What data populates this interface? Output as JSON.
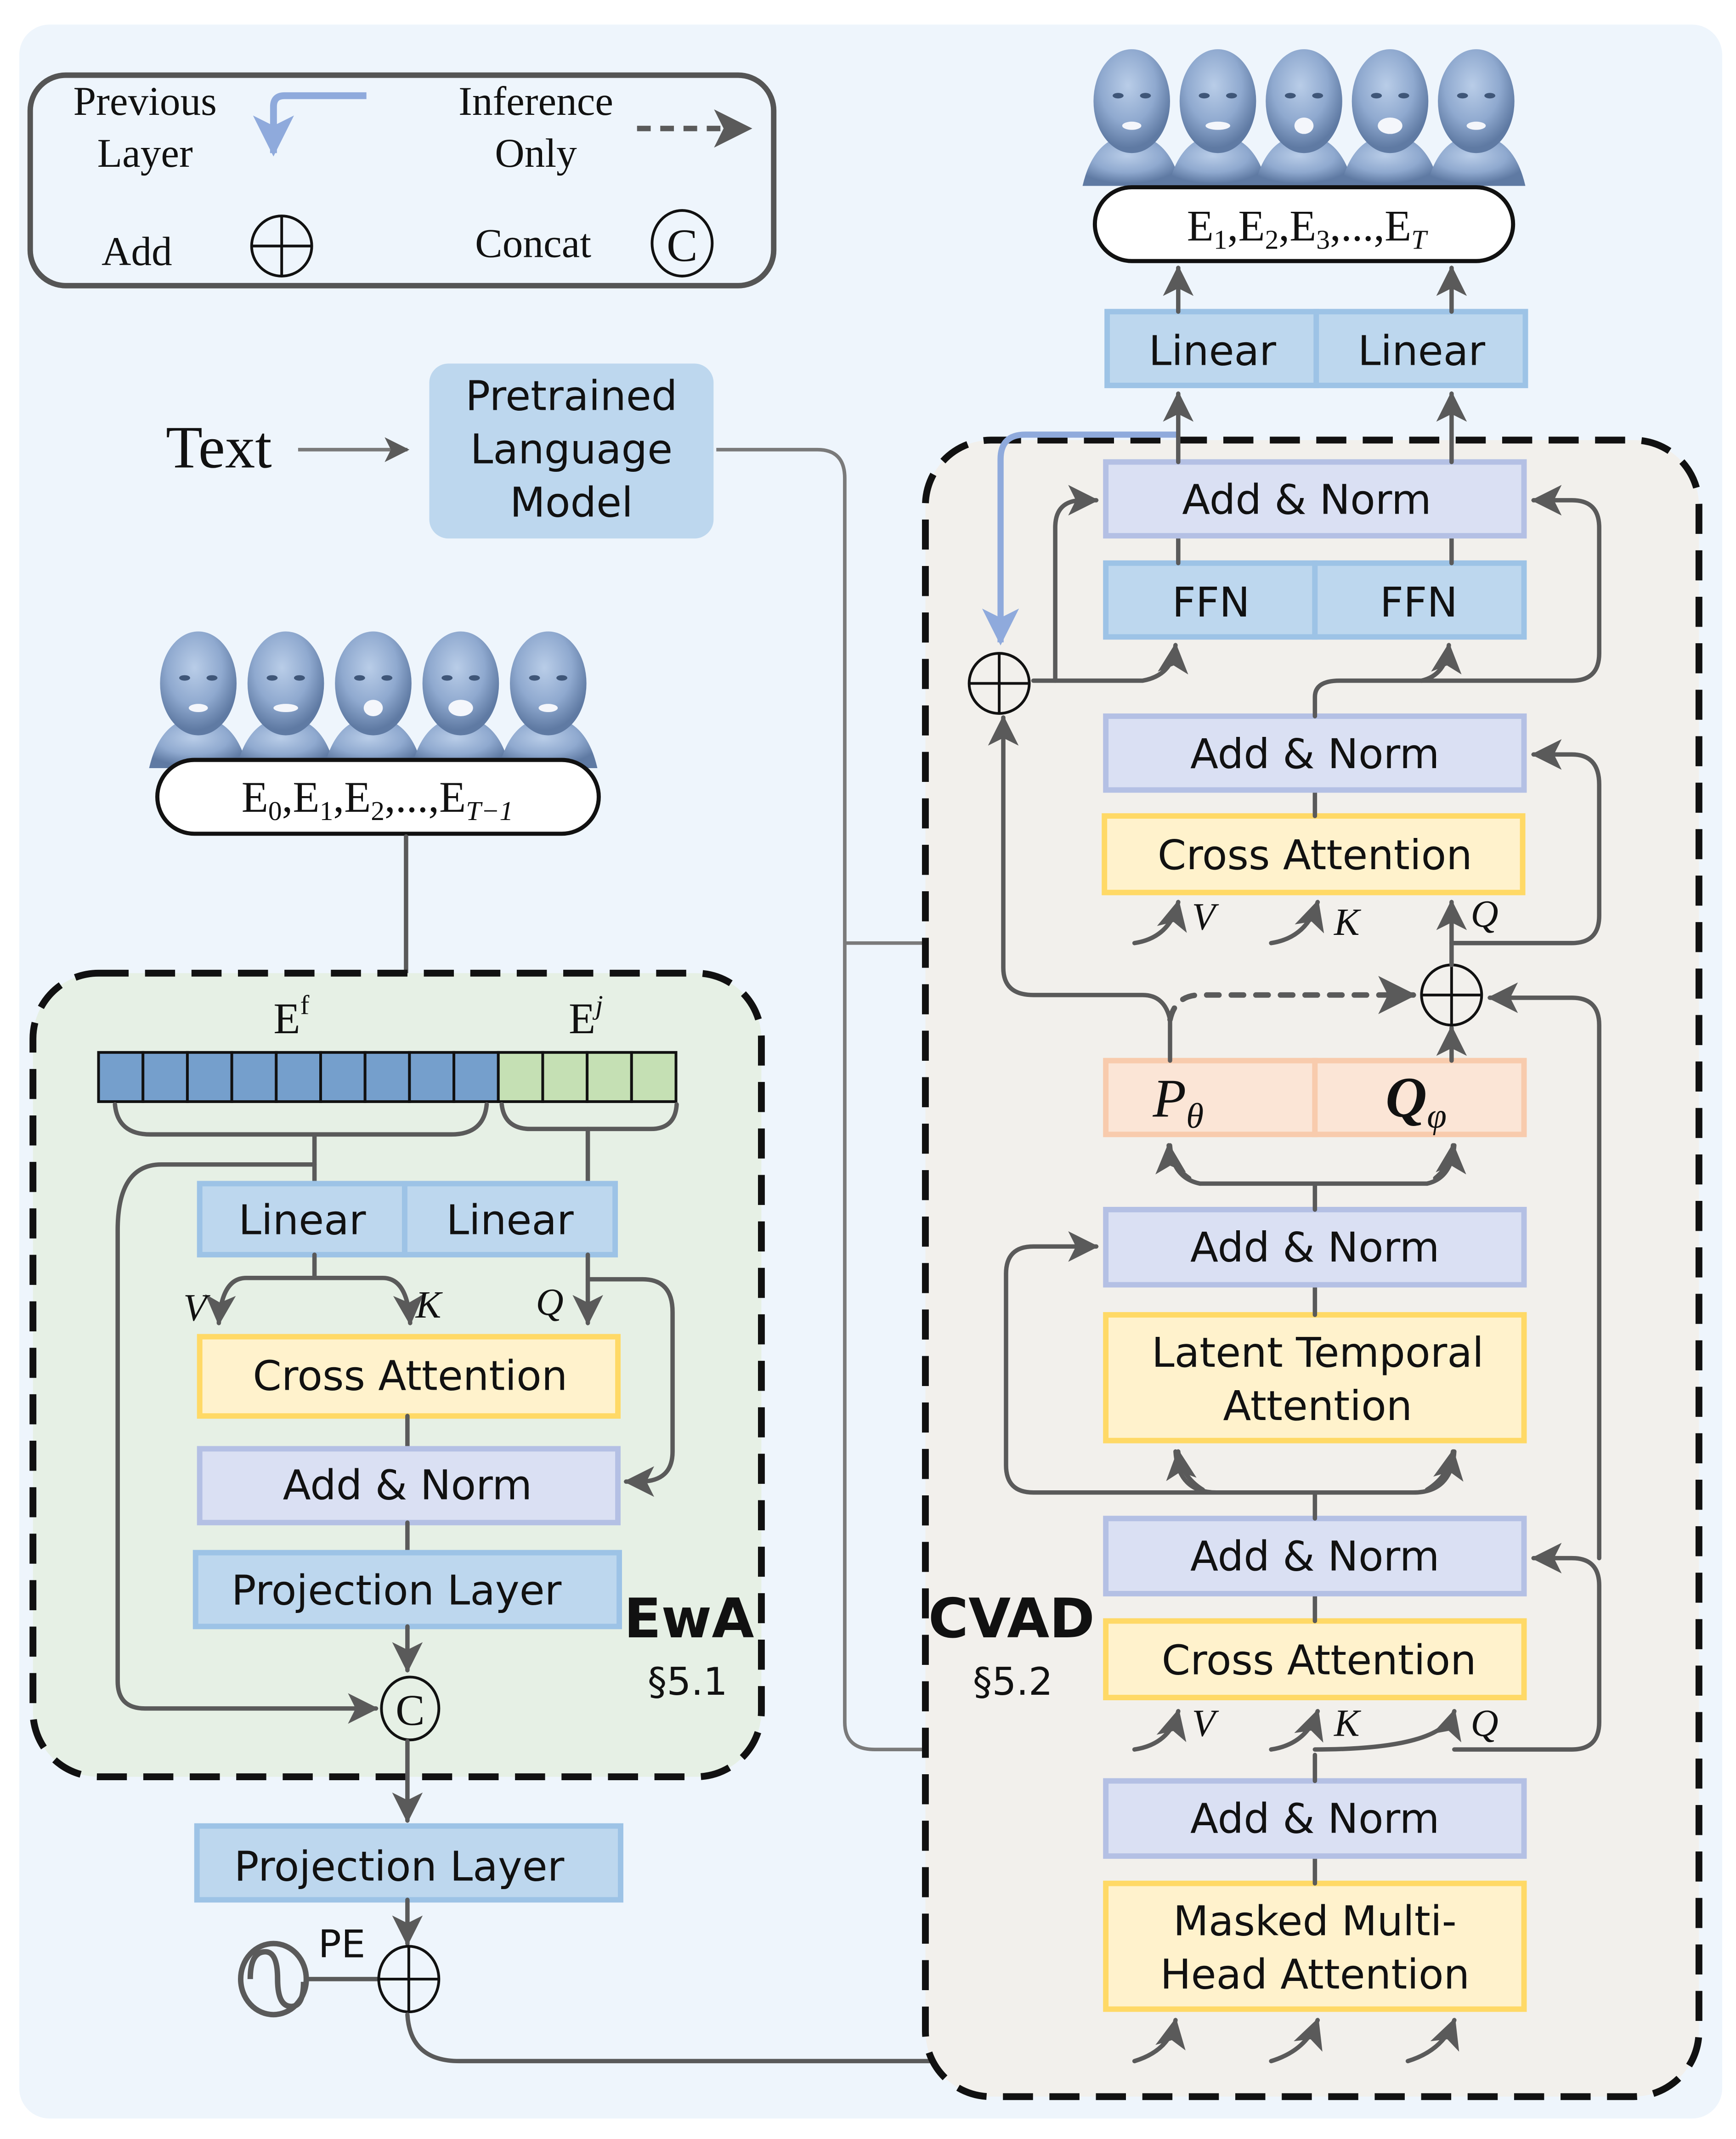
{
  "legend": {
    "previous_layer": [
      "Previous",
      "Layer"
    ],
    "inference_only": [
      "Inference",
      "Only"
    ],
    "add": "Add",
    "concat": "Concat"
  },
  "colors": {
    "background": "#eef5fc",
    "ewa_panel": "#e6f0e5",
    "cvad_panel": "#f2f0ec",
    "blue_block": "#bdd7ee",
    "purple_block": "#dae0f3",
    "yellow_block": "#fff2cc",
    "orange_block": "#fbe5d6",
    "previous_layer_arrow": "#8faadc",
    "arrow": "#5a5a5a",
    "face": "#8fa9cf"
  },
  "text_input": {
    "label": "Text",
    "model": [
      "Pretrained",
      "Language",
      "Model"
    ]
  },
  "input_sequence": {
    "items": [
      "E",
      "0",
      ",",
      "E",
      "1",
      ",",
      "E",
      "2",
      ",...,",
      "E",
      "T−1"
    ],
    "faces": 5
  },
  "output_sequence": {
    "items": [
      "E",
      "1",
      ",",
      "E",
      "2",
      ",",
      "E",
      "3",
      ",...,",
      "E",
      "T"
    ],
    "faces": 5
  },
  "ewa": {
    "title": "EwA",
    "section": "§5.1",
    "ef_label": "E",
    "ef_sup": "f",
    "ej_label": "E",
    "ej_sup": "j",
    "ef_cells": 9,
    "ej_cells": 4,
    "linear_left": "Linear",
    "linear_right": "Linear",
    "v": "V",
    "k": "K",
    "q": "Q",
    "cross_attention": "Cross Attention",
    "add_norm": "Add & Norm",
    "projection": "Projection Layer"
  },
  "projection_outer": "Projection Layer",
  "pe_label": "PE",
  "cvad": {
    "title": "CVAD",
    "section": "§5.2",
    "linear_left": "Linear",
    "linear_right": "Linear",
    "add_norm_top": "Add & Norm",
    "ffn_left": "FFN",
    "ffn_right": "FFN",
    "add_norm_2": "Add & Norm",
    "cross_attention_top": "Cross Attention",
    "v": "V",
    "k": "K",
    "q": "Q",
    "p_theta": "P",
    "p_sub": "θ",
    "q_phi": "Q",
    "q_sub": "φ",
    "add_norm_3": "Add & Norm",
    "latent_temporal": [
      "Latent Temporal",
      "Attention"
    ],
    "add_norm_4": "Add & Norm",
    "cross_attention_bottom": "Cross Attention",
    "add_norm_5": "Add & Norm",
    "masked_attention": [
      "Masked Multi-",
      "Head Attention"
    ]
  }
}
